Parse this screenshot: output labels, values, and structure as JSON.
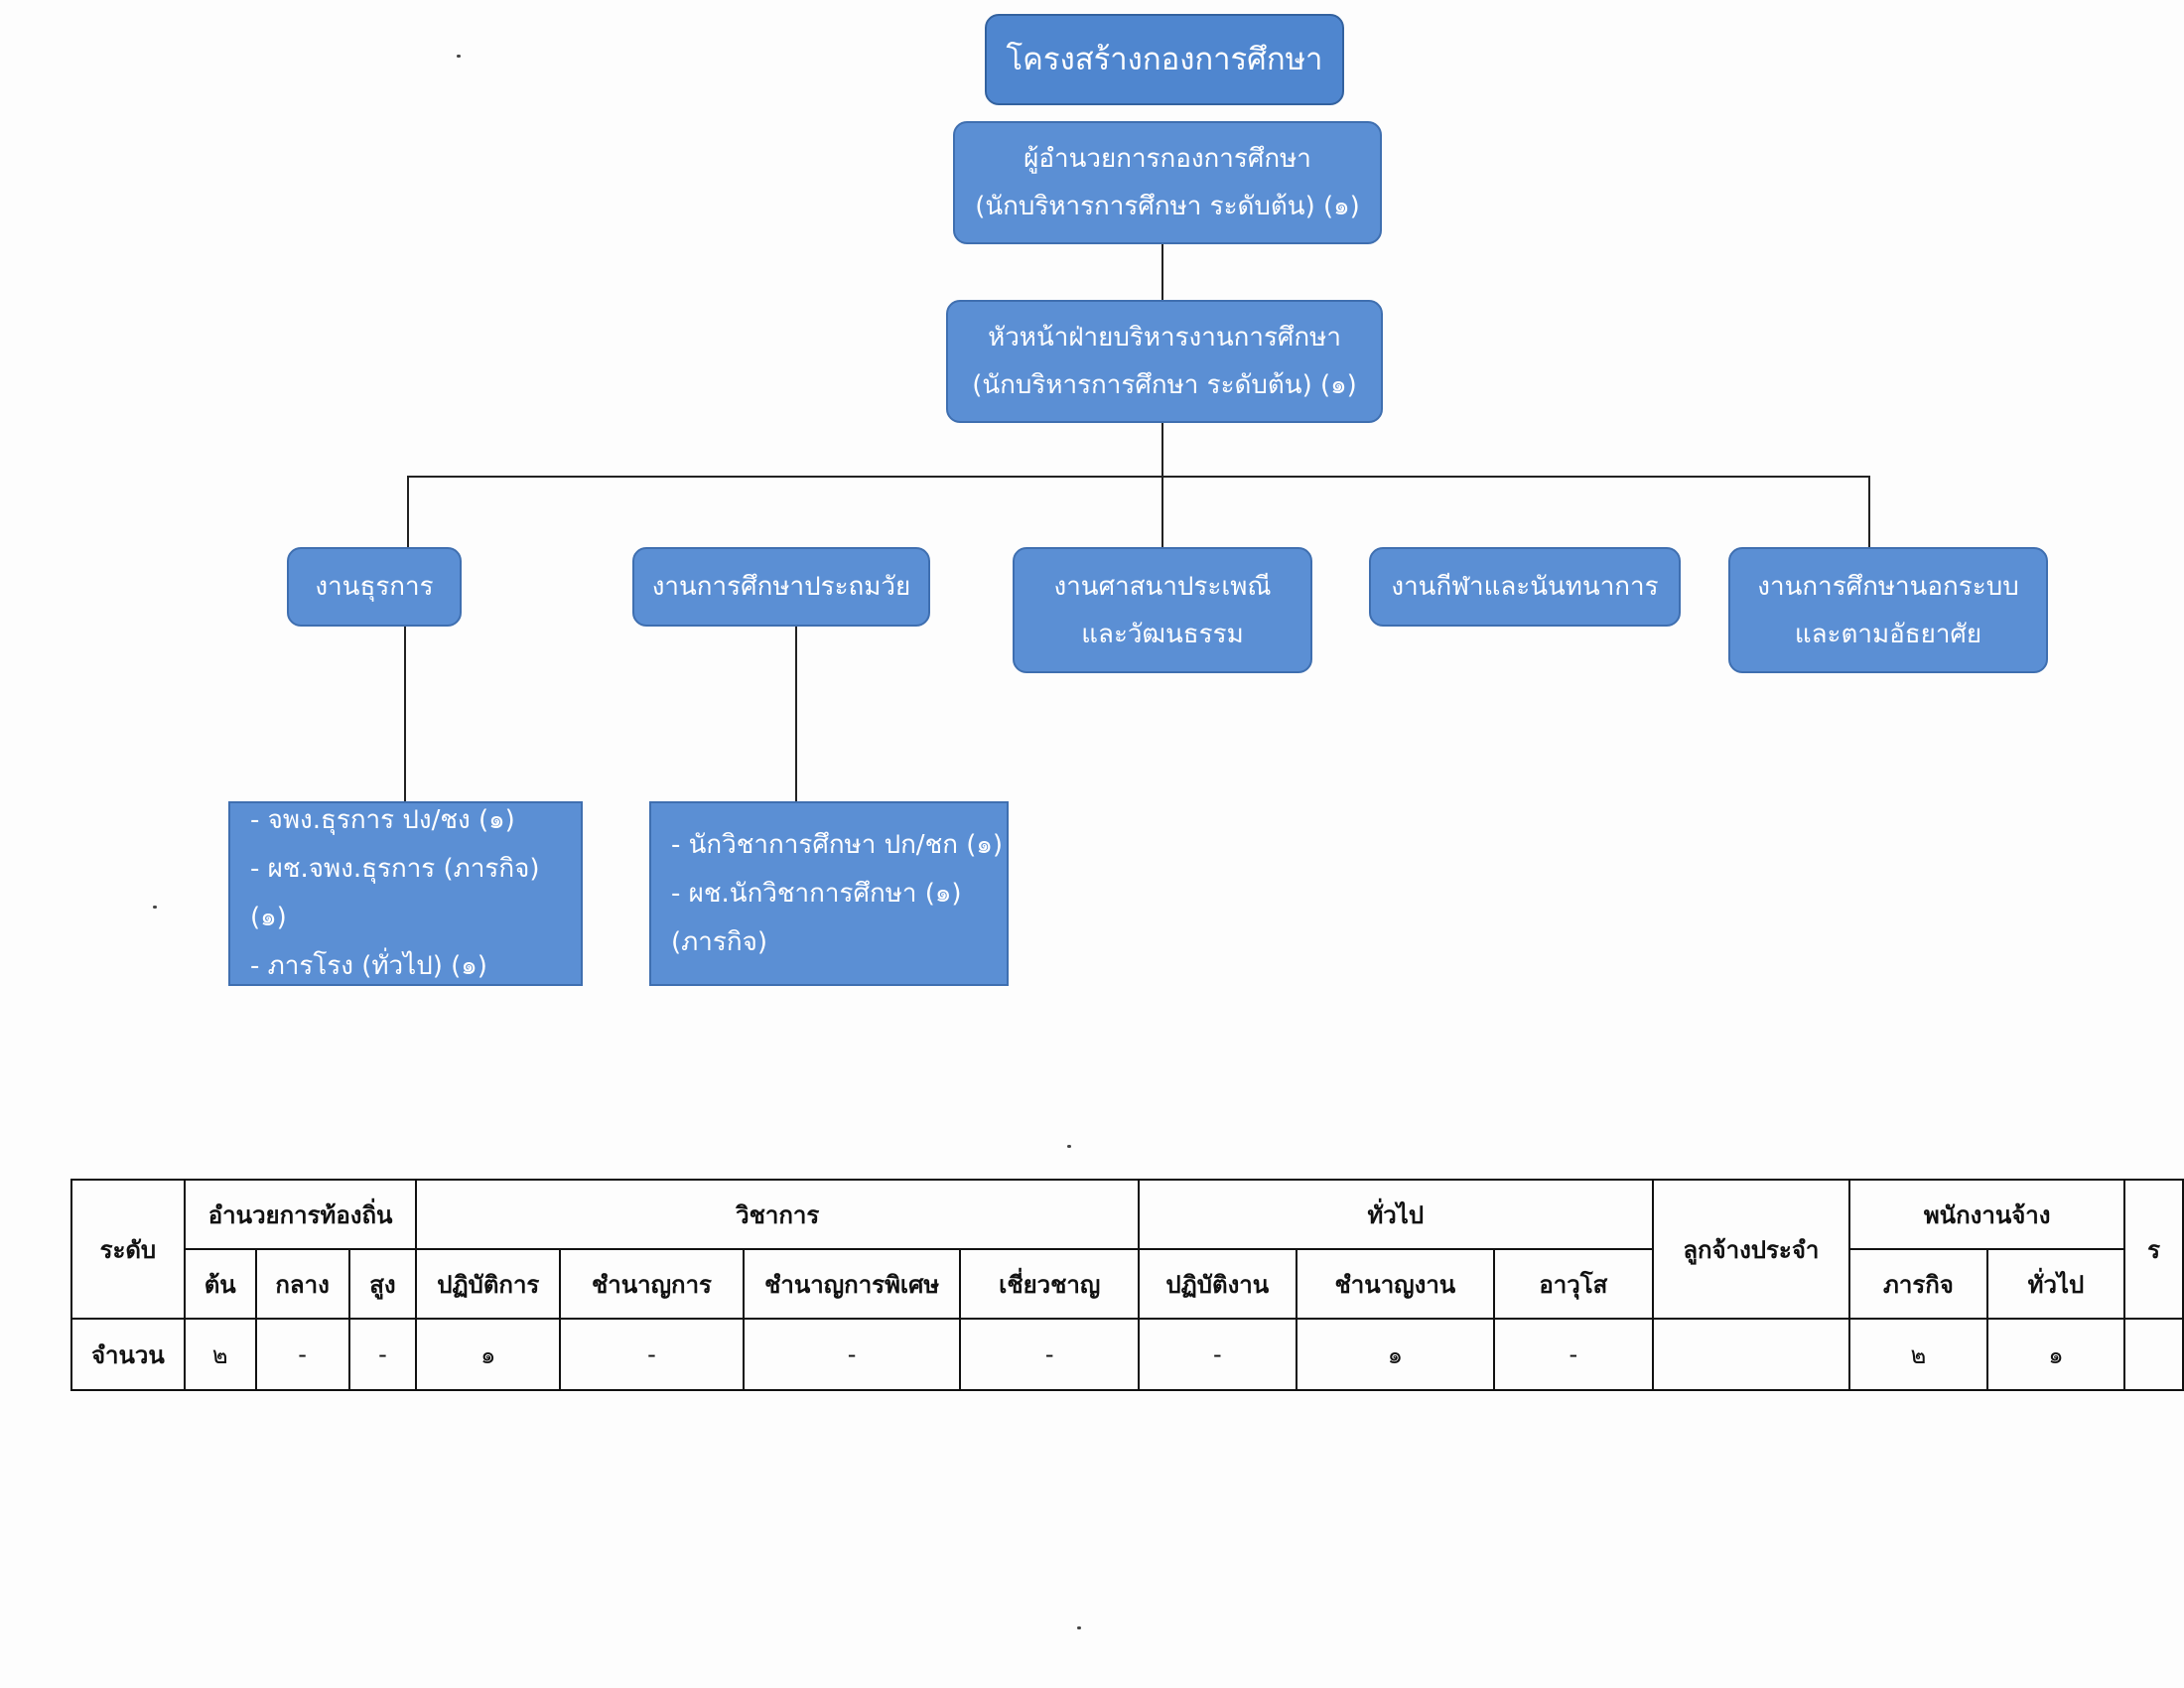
{
  "chart": {
    "title": "โครงสร้างกองการศึกษา",
    "director": {
      "line1": "ผู้อำนวยการกองการศึกษา",
      "line2": "(นักบริหารการศึกษา ระดับต้น) (๑)"
    },
    "head": {
      "line1": "หัวหน้าฝ่ายบริหารงานการศึกษา",
      "line2": "(นักบริหารการศึกษา ระดับต้น) (๑)"
    },
    "units": [
      {
        "line1": "งานธุรการ",
        "line2": ""
      },
      {
        "line1": "งานการศึกษาประถมวัย",
        "line2": ""
      },
      {
        "line1": "งานศาสนาประเพณี",
        "line2": "และวัฒนธรรม"
      },
      {
        "line1": "งานกีฬาและนันทนาการ",
        "line2": ""
      },
      {
        "line1": "งานการศึกษานอกระบบ",
        "line2": "และตามอัธยาศัย"
      }
    ],
    "staff": [
      {
        "lines": [
          "- จพง.ธุรการ ปง/ชง (๑)",
          "- ผช.จพง.ธุรการ (ภารกิจ) (๑)",
          "- ภารโรง (ทั่วไป) (๑)"
        ]
      },
      {
        "lines": [
          "- นักวิชาการศึกษา ปก/ชก (๑)",
          "- ผช.นักวิชาการศึกษา (๑)",
          "(ภารกิจ)"
        ]
      }
    ]
  },
  "table": {
    "row_header_level": "ระดับ",
    "groups": {
      "local_admin": "อำนวยการท้องถิ่น",
      "academic": "วิชาการ",
      "general": "ทั่วไป",
      "permanent": "ลูกจ้างประจำ",
      "contract": "พนักงานจ้าง",
      "cut": "ร"
    },
    "subheaders": {
      "local_admin": [
        "ต้น",
        "กลาง",
        "สูง"
      ],
      "academic": [
        "ปฏิบัติการ",
        "ชำนาญการ",
        "ชำนาญการพิเศษ",
        "เชี่ยวชาญ"
      ],
      "general": [
        "ปฏิบัติงาน",
        "ชำนาญงาน",
        "อาวุโส"
      ],
      "contract": [
        "ภารกิจ",
        "ทั่วไป"
      ]
    },
    "row_header_count": "จำนวน",
    "counts": {
      "local_admin": [
        "๒",
        "-",
        "-"
      ],
      "academic": [
        "๑",
        "-",
        "-",
        "-"
      ],
      "general": [
        "-",
        "๑",
        "-"
      ],
      "permanent": "",
      "contract": [
        "๒",
        "๑"
      ],
      "cut": ""
    }
  }
}
